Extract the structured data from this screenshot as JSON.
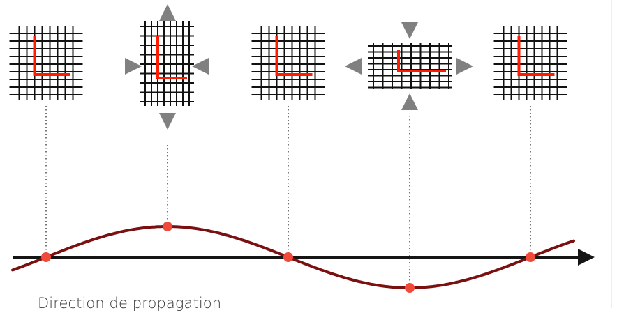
{
  "caption": "Direction de propagation",
  "colors": {
    "grid": "#111111",
    "marker": "#ff1a00",
    "arrowhead": "#808080",
    "wave": "#7a1010",
    "node": "#ef4a3a",
    "axis": "#151515",
    "guide": "#555555"
  },
  "icons": {
    "deformation_arrow": "triangle-arrow-icon",
    "axis_arrow": "arrow-right-icon",
    "material_element": "grid-icon"
  },
  "stages": [
    {
      "state": "neutral"
    },
    {
      "state": "stretched-vertical",
      "arrows": "compress-horizontal-expand-vertical"
    },
    {
      "state": "neutral"
    },
    {
      "state": "stretched-horizontal",
      "arrows": "expand-horizontal-compress-vertical"
    },
    {
      "state": "neutral"
    }
  ],
  "wave": {
    "cycles": 1,
    "points": [
      "zero",
      "crest",
      "zero",
      "trough",
      "zero"
    ]
  }
}
